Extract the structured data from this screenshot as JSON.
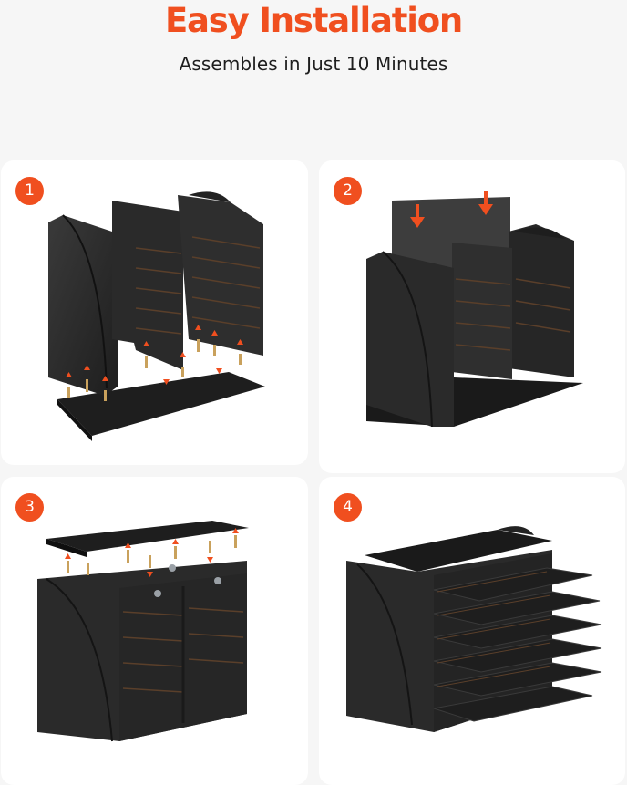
{
  "header": {
    "title": "Easy Installation",
    "subtitle": "Assembles in Just 10 Minutes"
  },
  "steps": [
    {
      "number": "1"
    },
    {
      "number": "2"
    },
    {
      "number": "3"
    },
    {
      "number": "4"
    }
  ],
  "colors": {
    "accent": "#f04f1f",
    "panel": "#2b2b2b",
    "panel_dark": "#1c1c1c",
    "background": "#f6f6f6",
    "card": "#ffffff"
  }
}
